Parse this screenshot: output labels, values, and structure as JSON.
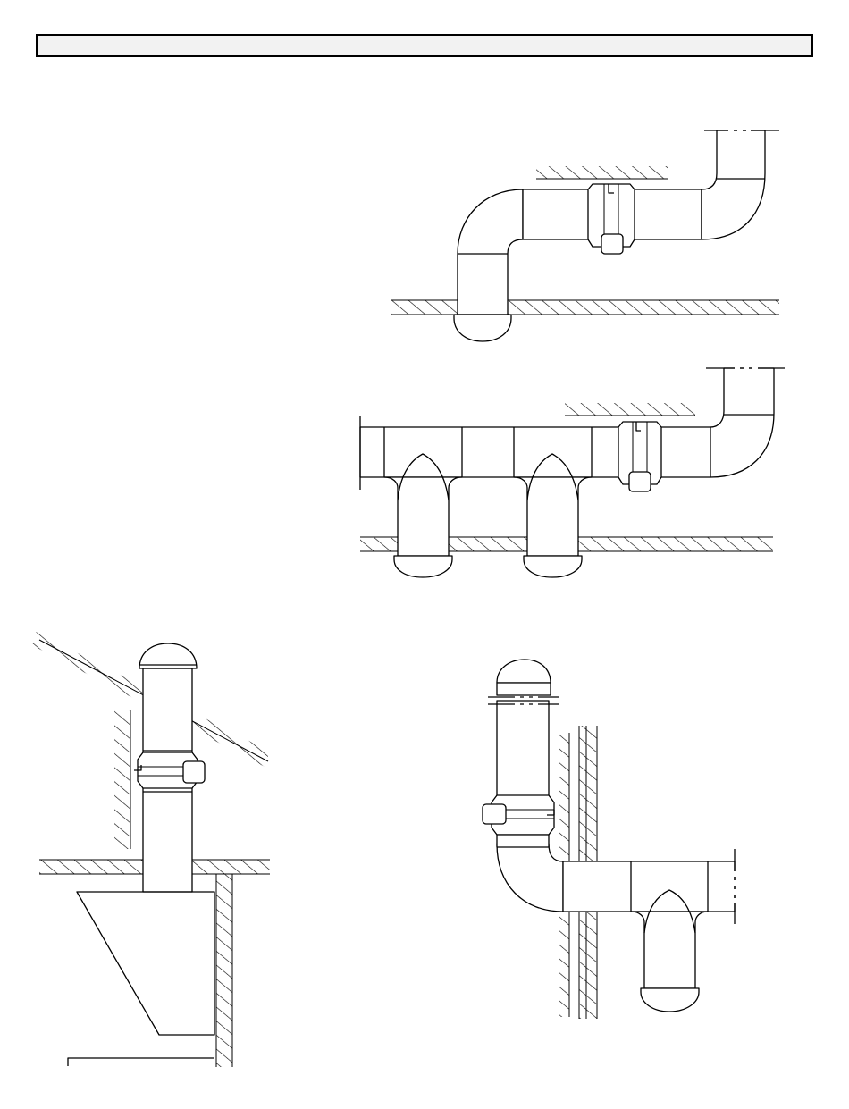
{
  "header": {
    "title": ""
  },
  "figures": [
    {
      "name": "fan-in-horizontal-duct-single-vent"
    },
    {
      "name": "fan-in-horizontal-duct-two-vents"
    },
    {
      "name": "fan-in-vertical-duct-attic-over-range-hood"
    },
    {
      "name": "fan-through-wall-with-tee"
    }
  ]
}
